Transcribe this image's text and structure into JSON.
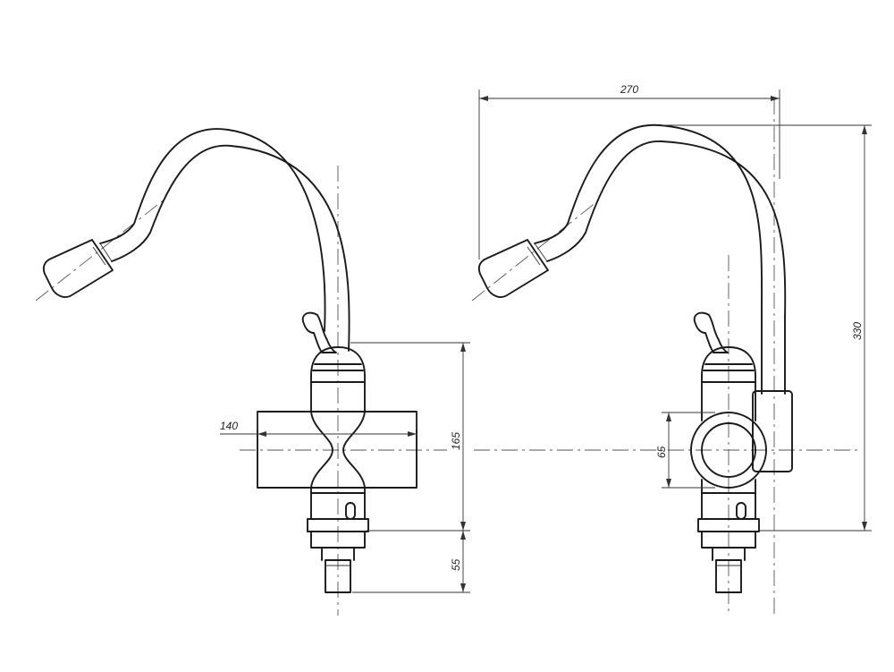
{
  "drawing": {
    "dimensions": {
      "overall_width": "270",
      "overall_height": "330",
      "pipe_length": "140",
      "body_height": "165",
      "thread_length": "55",
      "outlet_diameter": "65"
    }
  },
  "colors": {
    "line": "#1a1a1a",
    "background": "#ffffff"
  }
}
